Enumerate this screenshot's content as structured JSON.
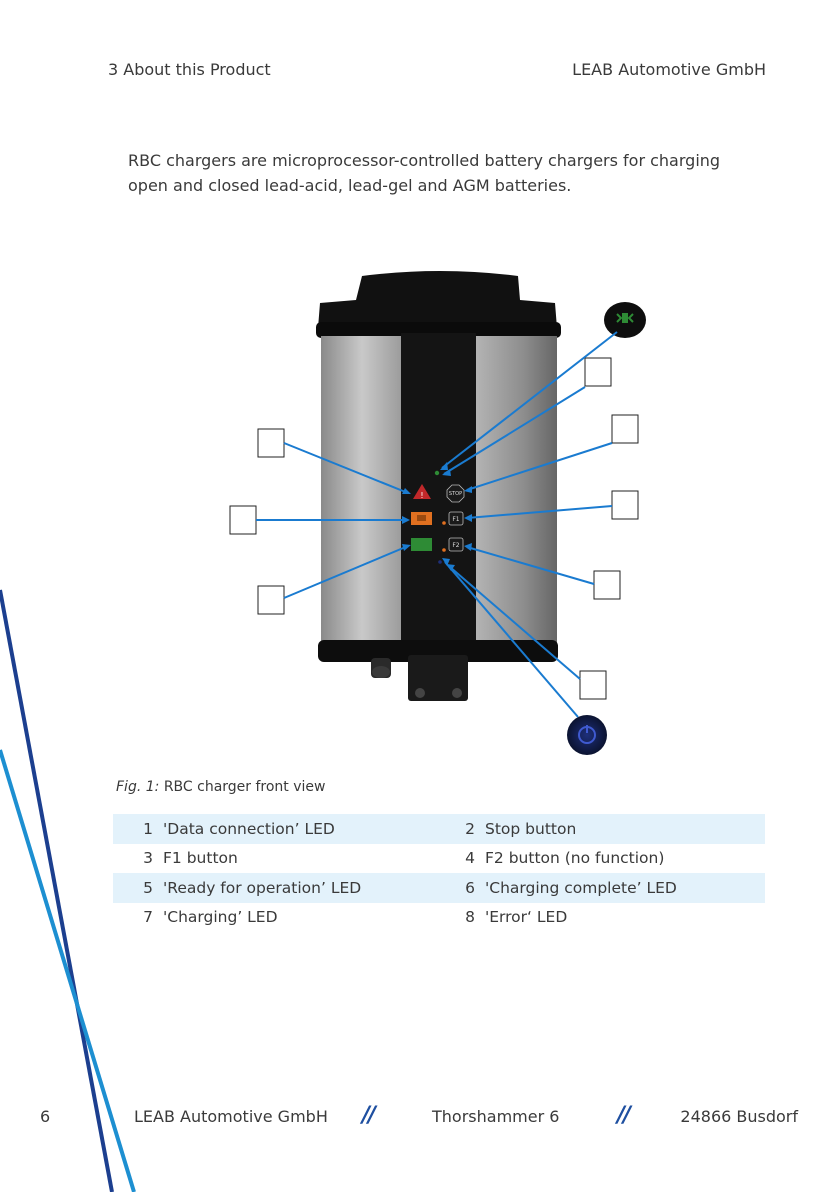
{
  "header": {
    "section": "3 About this Product",
    "company": "LEAB Automotive GmbH"
  },
  "intro": "RBC chargers are microprocessor-controlled battery chargers for charging open and closed lead-acid, lead-gel and AGM batteries.",
  "figure": {
    "caption_label": "Fig. 1:",
    "caption_text": "RBC charger front view",
    "front_buttons": {
      "stop": "STOP",
      "f1": "F1",
      "f2": "F2"
    }
  },
  "legend": [
    {
      "num_a": "1",
      "text_a": "'Data connection’ LED",
      "num_b": "2",
      "text_b": "Stop button"
    },
    {
      "num_a": "3",
      "text_a": "F1 button",
      "num_b": "4",
      "text_b": "F2 button (no function)"
    },
    {
      "num_a": "5",
      "text_a": "'Ready for operation’ LED",
      "num_b": "6",
      "text_b": "'Charging complete’ LED"
    },
    {
      "num_a": "7",
      "text_a": "'Charging’ LED",
      "num_b": "8",
      "text_b": "'Error‘ LED"
    }
  ],
  "footer": {
    "page": "6",
    "company": "LEAB Automotive GmbH",
    "street": "Thorshammer 6",
    "city": "24866 Busdorf",
    "separator": "//"
  },
  "colors": {
    "callout_line": "#1a7bd0",
    "deco_dark": "#1c3f8f",
    "deco_light": "#1d8fd1",
    "led_error": "#c0282a",
    "led_charging": "#e07020",
    "led_complete": "#2e8b35"
  }
}
